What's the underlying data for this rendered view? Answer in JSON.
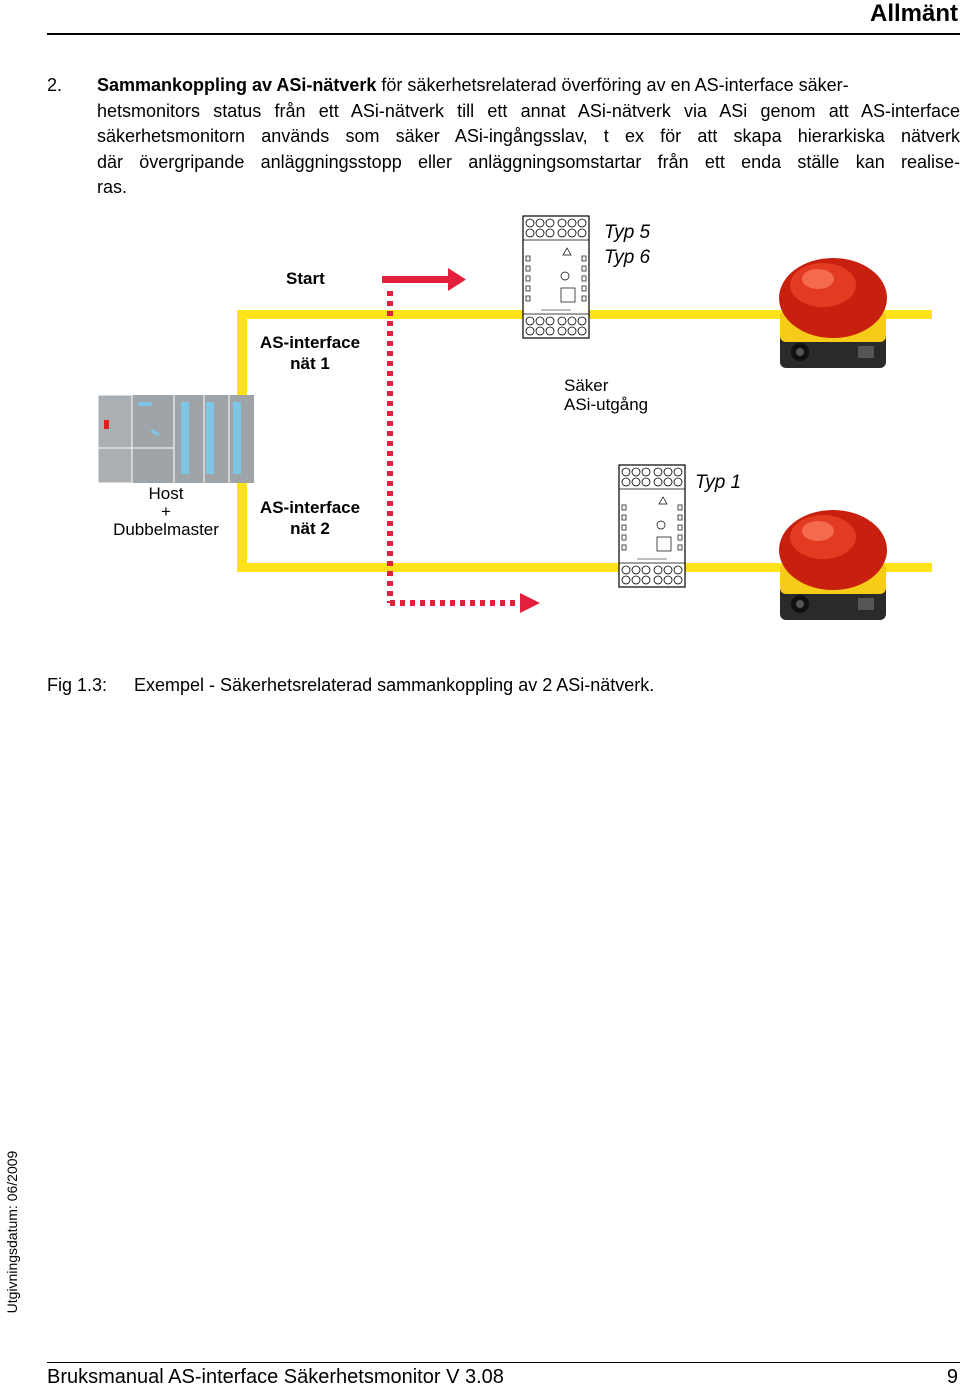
{
  "header": {
    "title": "Allmänt"
  },
  "paragraph": {
    "number": "2.",
    "bold_lead": "Sammankoppling av ASi-nätverk",
    "line1_rest": " för säkerhetsrelaterad överföring av en AS-interface säker-",
    "line2": "hetsmonitors status från ett ASi-nätverk till ett annat ASi-nätverk via ASi genom att AS-interface",
    "line3": "säkerhetsmonitorn används som säker ASi-ingångsslav, t ex för att skapa hierarkiska nätverk",
    "line4": "där övergripande anläggningsstopp eller anläggningsomstartar från ett enda ställe kan realise-",
    "line5": "ras."
  },
  "figure": {
    "start": "Start",
    "typ5": "Typ 5",
    "typ6": "Typ 6",
    "net1_line1": "AS-interface",
    "net1_line2": "nät 1",
    "safe_output_line1": "Säker",
    "safe_output_line2": "ASi-utgång",
    "host_line1": "Host",
    "host_line2": "+",
    "host_line3": "Dubbelmaster",
    "net2_line1": "AS-interface",
    "net2_line2": "nät 2",
    "typ1": "Typ 1",
    "colors": {
      "bus": "#FFE31A",
      "signal": "#E3203C",
      "plc": "#9EA4A8",
      "plc_led": "#7FC6E6"
    }
  },
  "caption": {
    "label": "Fig 1.3:",
    "text": "Exempel - Säkerhetsrelaterad sammankoppling av 2 ASi-nätverk."
  },
  "side_text": "Utgivningsdatum: 06/2009",
  "footer": {
    "title": "Bruksmanual AS-interface Säkerhetsmonitor V 3.08",
    "page": "9"
  }
}
